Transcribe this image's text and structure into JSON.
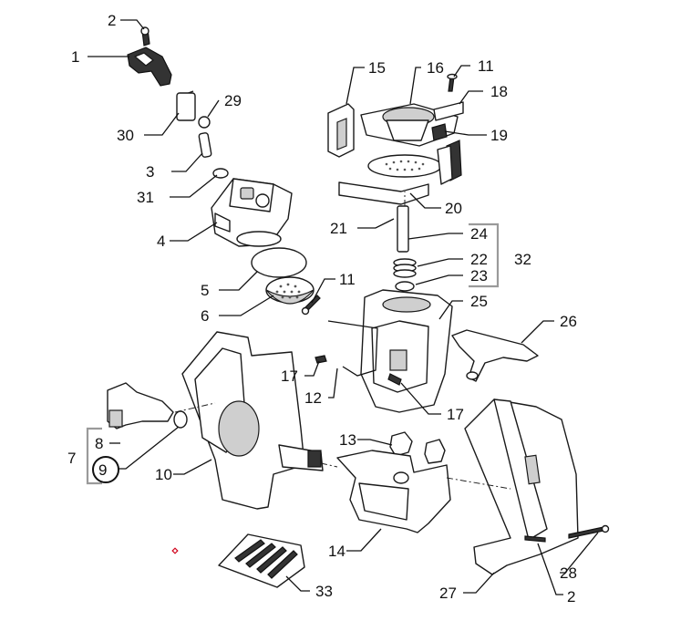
{
  "callouts": {
    "c1": "1",
    "c2a": "2",
    "c2b": "2",
    "c3": "3",
    "c4": "4",
    "c5": "5",
    "c6": "6",
    "c7": "7",
    "c8": "8",
    "c9": "9",
    "c10": "10",
    "c11a": "11",
    "c11b": "11",
    "c12": "12",
    "c13": "13",
    "c14": "14",
    "c15": "15",
    "c16": "16",
    "c17a": "17",
    "c17b": "17",
    "c18": "18",
    "c19": "19",
    "c20": "20",
    "c21": "21",
    "c22": "22",
    "c23": "23",
    "c24": "24",
    "c25": "25",
    "c26": "26",
    "c27": "27",
    "c28": "28",
    "c29": "29",
    "c30": "30",
    "c31": "31",
    "c32": "32",
    "c33": "33"
  },
  "highlight": {
    "ring_color": "#d0021b",
    "marker_color": "#d0021b"
  }
}
